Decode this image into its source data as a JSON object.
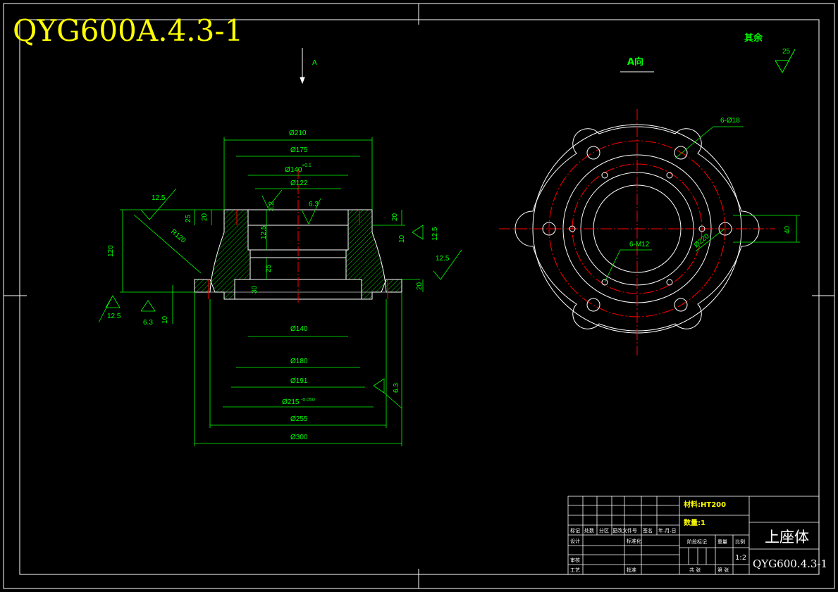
{
  "drawing_number": "QYG600A.4.3-1",
  "other_roughness": {
    "label": "其余",
    "value": "25"
  },
  "view_label": "A向",
  "section_arrow": "A",
  "section_dims": {
    "d210": "Ø210",
    "d175": "Ø175",
    "d140_top": "Ø140",
    "d140_tol": "+0.1",
    "d122": "Ø122",
    "d140_bot": "Ø140",
    "d180": "Ø180",
    "d191": "Ø191",
    "d215": "Ø215",
    "d215_tol": "-0.050",
    "d255": "Ø255",
    "d300": "Ø300",
    "h120": "120",
    "h25": "25",
    "h20_left": "20",
    "h20_right": "20",
    "h12_5": "12.5",
    "h25_mid": "25",
    "h30": "30",
    "h10_right": "10",
    "h10_left": "10",
    "h20_flange": "20",
    "r120": "R120"
  },
  "roughness": {
    "r1": "12.5",
    "r2": "12.5",
    "r3": "6.3",
    "r4": "3.2",
    "r5": "6.3",
    "r6": "12.5",
    "r7": "12.5",
    "r8": "6.3"
  },
  "view_dims": {
    "holes": "6-Ø18",
    "threads": "6-M12",
    "r220": "Ø220",
    "w40": "40"
  },
  "title_block": {
    "material": "材料:HT200",
    "quantity": "数量:1",
    "part_name": "上座体",
    "scale": "1:2",
    "code": "QYG600.4.3-1",
    "col_mark": "标记",
    "col_count": "处数",
    "col_zone": "分区",
    "col_change": "更改文件号",
    "col_sign": "签名",
    "col_date": "年.月.日",
    "design": "设计",
    "standard": "标准化",
    "check": "审核",
    "process": "工艺",
    "approve": "批准",
    "stage_mark": "阶段标记",
    "weight": "重量",
    "ratio": "比例",
    "sheets_total": "共 张",
    "sheet_no": "第 张"
  },
  "colors": {
    "frame": "#ffffff",
    "dimension": "#00ff00",
    "center": "#ff0000",
    "title": "#ffff00"
  }
}
